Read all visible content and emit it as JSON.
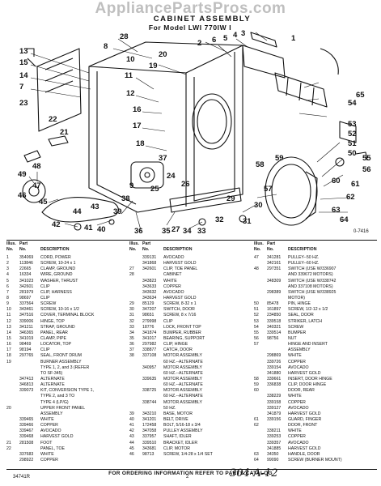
{
  "watermark": "AppliancePartsPros.com",
  "header": {
    "title": "CABINET ASSEMBLY",
    "model_line": "For Model LWI 770IW I"
  },
  "figure_code": "0-7416",
  "callouts": [
    "28",
    "8",
    "10",
    "11",
    "12",
    "13",
    "15",
    "14",
    "7",
    "23",
    "22",
    "21",
    "16",
    "17",
    "18",
    "19",
    "20",
    "49",
    "48",
    "47",
    "46",
    "45",
    "44",
    "43",
    "42",
    "41",
    "40",
    "39",
    "38",
    "37",
    "36",
    "35",
    "34",
    "33",
    "32",
    "31",
    "30",
    "29",
    "27",
    "26",
    "25",
    "24",
    "9",
    "6",
    "5",
    "4",
    "3",
    "2",
    "1",
    "54",
    "53",
    "52",
    "51",
    "50",
    "55",
    "56",
    "57",
    "58",
    "59",
    "60",
    "61",
    "62",
    "63",
    "64",
    "65"
  ],
  "table": {
    "headers": {
      "c1": [
        "Illus.",
        "No."
      ],
      "c2": [
        "Part",
        "No."
      ],
      "c3": [
        "",
        "DESCRIPTION"
      ]
    },
    "columns": [
      [
        [
          "1",
          "354069",
          "CORD, POWER"
        ],
        [
          "2",
          "113846",
          "SCREW, 10-24 x 1"
        ],
        [
          "3",
          "22665",
          "CLAMP, GROUND"
        ],
        [
          "4",
          "16334",
          "WIRE, GROUND"
        ],
        [
          "5",
          "341023",
          "WASHER, THRUST"
        ],
        [
          "6",
          "342601",
          "CLIP"
        ],
        [
          "7",
          "281979",
          "CLIP, HARNESS"
        ],
        [
          "8",
          "98697",
          "CLIP"
        ],
        [
          "9",
          "337564",
          "SCREW"
        ],
        [
          "10",
          "343461",
          "SCREW, 10-16 x 1/2"
        ],
        [
          "11",
          "347516",
          "COVER, TERMINAL BLOCK"
        ],
        [
          "12",
          "339006",
          "HINGE, TOP"
        ],
        [
          "13",
          "341211",
          "STRAP, GROUND"
        ],
        [
          "14",
          "346365",
          "PANEL, REAR"
        ],
        [
          "15",
          "341019",
          "CLAMP, PIPE"
        ],
        [
          "16",
          "98469",
          "LOCATOR, TOP"
        ],
        [
          "17",
          "98194",
          "CLIP"
        ],
        [
          "18",
          "297765",
          "SEAL, FRONT DRUM"
        ],
        [
          "19",
          "",
          "BURNER ASSEMBLY"
        ],
        [
          "",
          "",
          "TYPE 1, 2, and 3 (REFER"
        ],
        [
          "",
          "",
          "TO SF-345)"
        ],
        [
          "",
          "347413",
          "ALTERNATE"
        ],
        [
          "",
          "346813",
          "ALTERNATE"
        ],
        [
          "",
          "339073",
          "KIT, CONVERSION TYPE 1,"
        ],
        [
          "",
          "",
          "TYPE 2, and 3 TO"
        ],
        [
          "",
          "",
          "TYPE 4 (LP/G)"
        ],
        [
          "20",
          "",
          "UPPER FRONT PANEL"
        ],
        [
          "",
          "",
          "ASSEMBLY"
        ],
        [
          "",
          "339465",
          "WHITE"
        ],
        [
          "",
          "339466",
          "COPPER"
        ],
        [
          "",
          "339467",
          "AVOCADO"
        ],
        [
          "",
          "339468",
          "HARVEST GOLD"
        ],
        [
          "21",
          "281508",
          "FOOT"
        ],
        [
          "22",
          "",
          "PANEL, TOE"
        ],
        [
          "",
          "337683",
          "WHITE"
        ],
        [
          "",
          "298922",
          "COPPER"
        ]
      ],
      [
        [
          "",
          "339131",
          "AVOCADO"
        ],
        [
          "",
          "341868",
          "HARVEST GOLD"
        ],
        [
          "27",
          "342601",
          "CLIP, TOE PANEL"
        ],
        [
          "28",
          "",
          "CABINET"
        ],
        [
          "",
          "343823",
          "WHITE"
        ],
        [
          "",
          "343633",
          "COPPER"
        ],
        [
          "",
          "343632",
          "AVOCADO"
        ],
        [
          "",
          "343634",
          "HARVEST GOLD"
        ],
        [
          "29",
          "85129",
          "SCREW, 8-32 x 1"
        ],
        [
          "30",
          "347207",
          "SWITCH, DOOR"
        ],
        [
          "31",
          "98651",
          "SCREW, 8 x 7/16"
        ],
        [
          "32",
          "279998",
          "CLIP"
        ],
        [
          "33",
          "18776",
          "LOCK, FRONT TOP"
        ],
        [
          "34",
          "341874",
          "BUMPER, RUBBER"
        ],
        [
          "35",
          "341017",
          "BEARING, SUPPORT"
        ],
        [
          "36",
          "297982",
          "CLIP, HINGE"
        ],
        [
          "37",
          "338877",
          "CATCH, DOOR"
        ],
        [
          "38",
          "337108",
          "MOTOR ASSEMBLY"
        ],
        [
          "",
          "",
          "60 HZ.--ALTERNATE"
        ],
        [
          "",
          "340957",
          "MOTOR ASSEMBLY"
        ],
        [
          "",
          "",
          "60 HZ.--ALTERNATE"
        ],
        [
          "",
          "339635",
          "MOTOR ASSEMBLY"
        ],
        [
          "",
          "",
          "60 HZ.--ALTERNATE"
        ],
        [
          "",
          "338725",
          "MOTOR ASSEMBLY"
        ],
        [
          "",
          "",
          "60 HZ.--ALTERNATE"
        ],
        [
          "",
          "338744",
          "MOTOR ASSEMBLY"
        ],
        [
          "",
          "",
          "50 HZ."
        ],
        [
          "39",
          "343210",
          "BASE, MOTOR"
        ],
        [
          "40",
          "341201",
          "BELT, DRIVE"
        ],
        [
          "41",
          "172458",
          "BOLT, 5/16-18 x 3/4"
        ],
        [
          "42",
          "347058",
          "PULLEY ASSEMBLY"
        ],
        [
          "43",
          "337957",
          "SHAFT, IDLER"
        ],
        [
          "44",
          "339510",
          "BRACKET, IDLER"
        ],
        [
          "45",
          "343681",
          "CLIP, MOTOR"
        ],
        [
          "46",
          "98713",
          "SCREW, 1/4-28 x 1/4 SET"
        ]
      ],
      [
        [
          "47",
          "341281",
          "PULLEY--50 HZ."
        ],
        [
          "",
          "342161",
          "PULLEY--60 HZ."
        ],
        [
          "48",
          "297351",
          "SWITCH (USE W/336907"
        ],
        [
          "",
          "",
          "AND 339672 MOTORS)"
        ],
        [
          "",
          "348309",
          "SWITCH (USE W/338742"
        ],
        [
          "",
          "",
          "AND 337108 MOTORS)"
        ],
        [
          "",
          "298389",
          "SWITCH (USE W/338925"
        ],
        [
          "",
          "",
          "MOTOR)"
        ],
        [
          "50",
          "85478",
          "PIN, HINGE"
        ],
        [
          "51",
          "161897",
          "SCREW, 1/2-12 x 1/2"
        ],
        [
          "52",
          "234850",
          "SEAL, DOOR"
        ],
        [
          "53",
          "339518",
          "STRIKER, LATCH"
        ],
        [
          "54",
          "340321",
          "SCREW"
        ],
        [
          "55",
          "339514",
          "BUMPER"
        ],
        [
          "56",
          "98756",
          "NUT"
        ],
        [
          "57",
          "",
          "HINGE AND INSERT"
        ],
        [
          "",
          "",
          "ASSEMBLY"
        ],
        [
          "",
          "298869",
          "WHITE"
        ],
        [
          "",
          "339726",
          "COPPER"
        ],
        [
          "",
          "339154",
          "AVOCADO"
        ],
        [
          "",
          "341880",
          "HARVEST GOLD"
        ],
        [
          "58",
          "339661",
          "INSERT, DOOR HINGE"
        ],
        [
          "59",
          "336838",
          "CLIP, DOOR HINGE"
        ],
        [
          "60",
          "",
          "DOOR, REAR"
        ],
        [
          "",
          "338229",
          "WHITE"
        ],
        [
          "",
          "339158",
          "COPPER"
        ],
        [
          "",
          "339127",
          "AVOCADO"
        ],
        [
          "",
          "341879",
          "HARVEST GOLD"
        ],
        [
          "61",
          "339156",
          "GUARD, FINGER"
        ],
        [
          "62",
          "",
          "DOOR, FRONT"
        ],
        [
          "",
          "338211",
          "WHITE"
        ],
        [
          "",
          "339253",
          "COPPER"
        ],
        [
          "",
          "339357",
          "AVOCADO"
        ],
        [
          "",
          "341885",
          "HARVEST GOLD"
        ],
        [
          "63",
          "34350",
          "HANDLE, DOOR"
        ],
        [
          "64",
          "99090",
          "SCREW (BURNER MOUNT)"
        ]
      ]
    ]
  },
  "footer": {
    "note": "FOR ORDERING INFORMATION REFER TO PARTS CATALOG",
    "code": "34741R",
    "page": "2",
    "handwritten": "304-A-12"
  }
}
